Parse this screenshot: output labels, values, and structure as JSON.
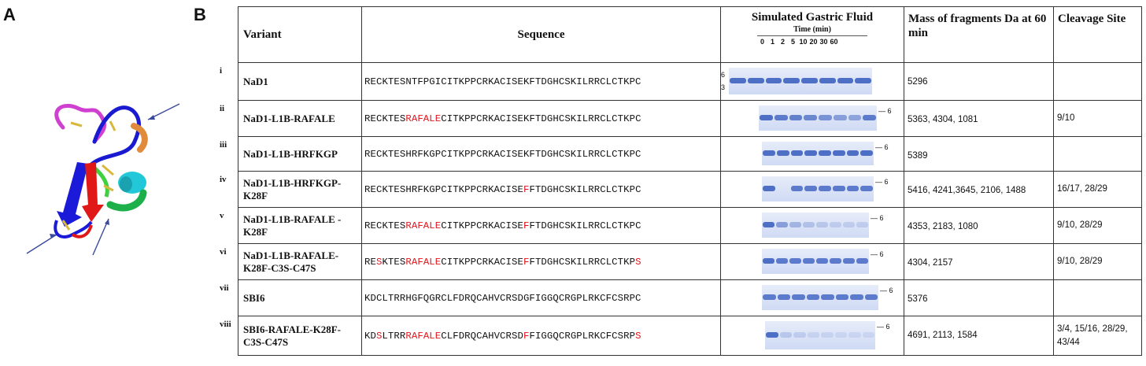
{
  "panels": {
    "a": "A",
    "b": "B"
  },
  "header": {
    "variant": "Variant",
    "sequence": "Sequence",
    "sgf_title": "Simulated Gastric Fluid",
    "sgf_time": "Time (min)",
    "sgf_times": [
      "0",
      "1",
      "2",
      "5",
      "10",
      "20",
      "30",
      "60"
    ],
    "mass": "Mass of fragments Da at 60 min",
    "cleavage": "Cleavage Site"
  },
  "colors": {
    "highlight": "#e3141b",
    "gel_band": "#4e6fc6"
  },
  "rows": [
    {
      "roman": "i",
      "variant": "NaD1",
      "seq": [
        [
          "RECKTESNTFPGICITKPPCRKACISEKFTDGHCSKILRRCLCTKPC",
          ""
        ]
      ],
      "mass": "5296",
      "cleave": "",
      "markers": [
        "6",
        "3"
      ]
    },
    {
      "roman": "ii",
      "variant": "NaD1-L1B-RAFALE",
      "seq": [
        [
          "RECKTES",
          ""
        ],
        [
          "RAFALE",
          "r"
        ],
        [
          "CITKPPCRKACISEKFTDGHCSKILRRCLCTKPC",
          ""
        ]
      ],
      "mass": "5363, 4304, 1081",
      "cleave": "9/10",
      "markers": [
        "6"
      ]
    },
    {
      "roman": "iii",
      "variant": "NaD1-L1B-HRFKGP",
      "seq": [
        [
          "RECKTESHRFKGPCITKPPCRKACISEKFTDGHCSKILRRCLCTKPC",
          ""
        ]
      ],
      "mass": "5389",
      "cleave": "",
      "markers": [
        "6"
      ]
    },
    {
      "roman": "iv",
      "variant": "NaD1-L1B-HRFKGP-K28F",
      "seq": [
        [
          "RECKTESHRFKGPCITKPPCRKACISE",
          ""
        ],
        [
          "F",
          "r"
        ],
        [
          "FTDGHCSKILRRCLCTKPC",
          ""
        ]
      ],
      "mass": "5416, 4241,3645, 2106, 1488",
      "cleave": "16/17, 28/29",
      "markers": [
        "6"
      ]
    },
    {
      "roman": "v",
      "variant": "NaD1-L1B-RAFALE -K28F",
      "seq": [
        [
          "RECKTES",
          ""
        ],
        [
          "RAFALE",
          "r"
        ],
        [
          "CITKPPCRKACISE",
          ""
        ],
        [
          "F",
          "r"
        ],
        [
          "FTDGHCSKILRRCLCTKPC",
          ""
        ]
      ],
      "mass": "4353, 2183, 1080",
      "cleave": "9/10, 28/29",
      "markers": [
        "6"
      ]
    },
    {
      "roman": "vi",
      "variant": "NaD1-L1B-RAFALE-K28F-C3S-C47S",
      "seq": [
        [
          "RE",
          ""
        ],
        [
          "S",
          "r"
        ],
        [
          "KTES",
          ""
        ],
        [
          "RAFALE",
          "r"
        ],
        [
          "CITKPPCRKACISE",
          ""
        ],
        [
          "F",
          "r"
        ],
        [
          "FTDGHCSKILRRCLCTKP",
          ""
        ],
        [
          "S",
          "r"
        ]
      ],
      "mass": "4304, 2157",
      "cleave": "9/10, 28/29",
      "markers": [
        "6"
      ]
    },
    {
      "roman": "vii",
      "variant": "SBI6",
      "seq": [
        [
          "KDCLTRRHGFQGRCLFDRQCAHVCRSDGFIGGQCRGPLRKCFCSRPC",
          ""
        ]
      ],
      "mass": "5376",
      "cleave": "",
      "markers": [
        "6"
      ]
    },
    {
      "roman": "viii",
      "variant": "SBI6-RAFALE-K28F-C3S-C47S",
      "seq": [
        [
          "KD",
          ""
        ],
        [
          "S",
          "r"
        ],
        [
          "LTRR",
          ""
        ],
        [
          "RAFALE",
          "r"
        ],
        [
          "CLFDRQCAHVCRSD",
          ""
        ],
        [
          "F",
          "r"
        ],
        [
          "FIGGQCRGPLRKCFCSRP",
          ""
        ],
        [
          "S",
          "r"
        ]
      ],
      "mass": "4691, 2113, 1584",
      "cleave": "3/4, 15/16, 28/29, 43/44",
      "markers": [
        "6"
      ]
    }
  ]
}
